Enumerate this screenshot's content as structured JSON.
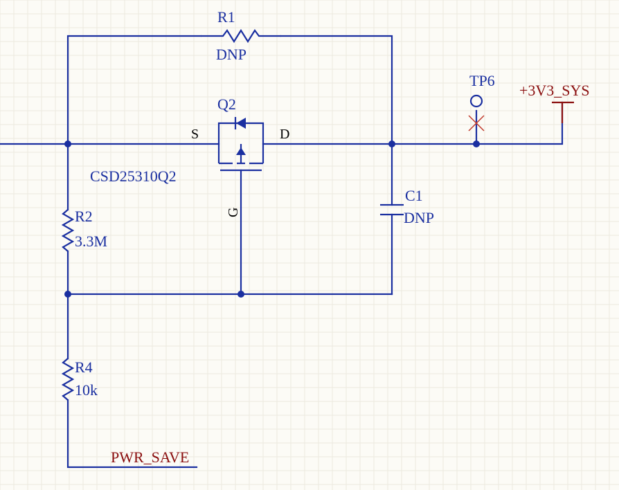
{
  "components": {
    "r1": {
      "ref": "R1",
      "value": "DNP"
    },
    "r2": {
      "ref": "R2",
      "value": "3.3M"
    },
    "r4": {
      "ref": "R4",
      "value": "10k"
    },
    "c1": {
      "ref": "C1",
      "value": "DNP"
    },
    "q2": {
      "ref": "Q2",
      "part": "CSD25310Q2",
      "pin_s": "S",
      "pin_d": "D",
      "pin_g": "G"
    },
    "tp6": {
      "ref": "TP6"
    }
  },
  "nets": {
    "power": "+3V3_SYS",
    "pwr_save": "PWR_SAVE"
  },
  "colors": {
    "background": "#fcfbf6",
    "grid": "#ece9df",
    "wire": "#1a2fa0",
    "label": "#1a2fa0",
    "net_label": "#8a0e0e",
    "no_connect": "#c0392b"
  }
}
